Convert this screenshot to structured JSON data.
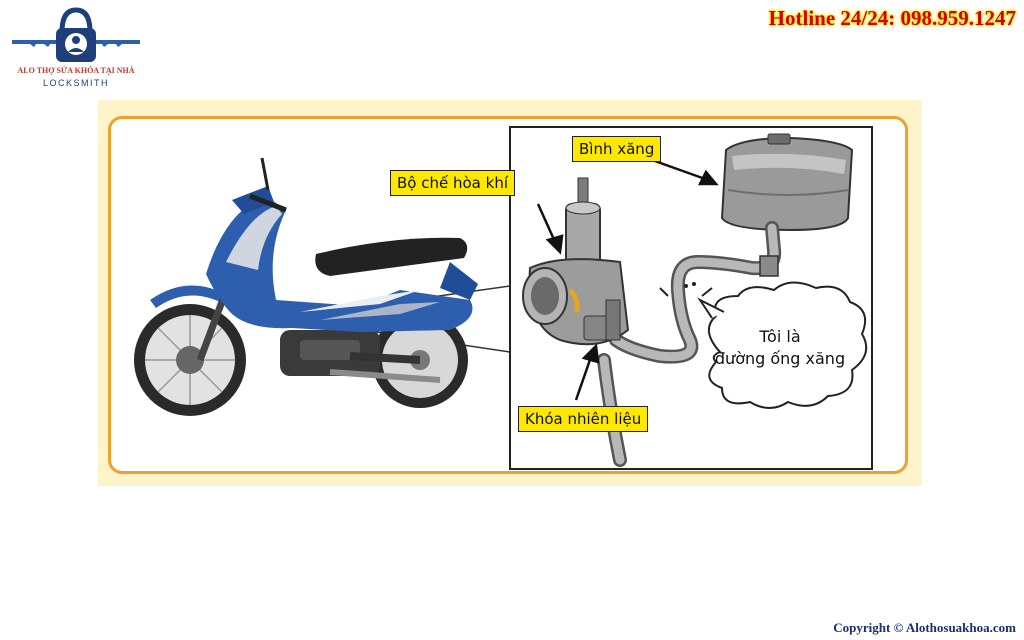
{
  "header": {
    "logo_text": "ALO THỢ SỬA KHÓA TẠI NHÀ",
    "logo_sub": "LOCKSMITH",
    "hotline": "Hotline 24/24: 098.959.1247"
  },
  "diagram": {
    "label_tank": "Bình xăng",
    "label_carb": "Bộ chế hòa khí",
    "label_valve": "Khóa nhiên liệu",
    "bubble_line1": "Tôi là",
    "bubble_line2": "đường ống xăng"
  },
  "footer": {
    "copyright": "Copyright © Alothosuakhoa.com"
  },
  "colors": {
    "hotline": "#d40000",
    "hotline_glow": "#ffe100",
    "frame": "#f0a030",
    "label_bg": "#ffe800",
    "bike_blue": "#2d5fae",
    "logo_navy": "#1f3f7a"
  },
  "icons": [
    "locksmith-logo-icon",
    "motorcycle-icon",
    "fuel-tank-icon",
    "carburetor-icon",
    "fuel-line-icon",
    "speech-bubble-icon"
  ]
}
